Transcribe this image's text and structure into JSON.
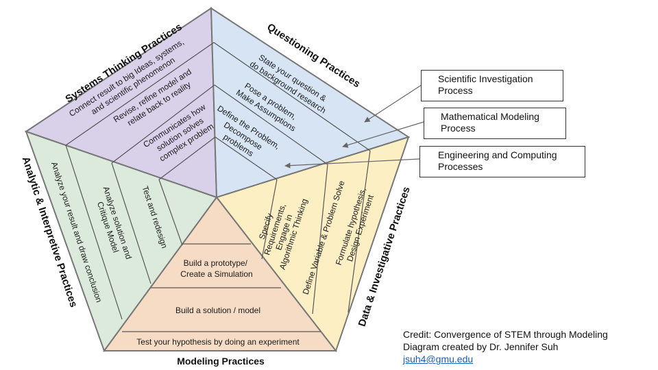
{
  "sections": {
    "systems": {
      "title": "Systems Thinking Practices",
      "items": [
        [
          "Connect result to big Ideas, systems,",
          "and scientific phenomenon"
        ],
        [
          "Revise, refine model and",
          "relate back to reality"
        ],
        [
          "Communicates how",
          "solution solves",
          "complex problem"
        ]
      ]
    },
    "questioning": {
      "title": "Questioning Practices",
      "items": [
        [
          "State your question &",
          "do background research"
        ],
        [
          "Pose a problem,",
          "Make Assumptions"
        ],
        [
          "Define the Problem,",
          "Decompose",
          "problems"
        ]
      ]
    },
    "data": {
      "title": "Data & Investigative  Practices",
      "items": [
        [
          "Specify",
          "Requirements,",
          "Engage in",
          "Algorithmic Thinking"
        ],
        [
          "Define Variable & Problem Solve"
        ],
        [
          "Formulate hypothesis,",
          "Design Experiment"
        ]
      ]
    },
    "analytic": {
      "title": "Analytic & Interpretive Practices",
      "items": [
        [
          "Analyze your result and draw conclusion"
        ],
        [
          "Analyze solution and",
          "Critique Model"
        ],
        [
          "Test and redesign"
        ]
      ]
    },
    "modeling": {
      "title": "Modeling Practices",
      "items": [
        [
          "Build a prototype/",
          "Create a Simulation"
        ],
        [
          "Build a solution / model"
        ],
        [
          "Test your hypothesis by doing an experiment"
        ]
      ]
    }
  },
  "callouts": [
    {
      "lines": [
        "Scientific Investigation",
        "Process"
      ]
    },
    {
      "lines": [
        "Mathematical Modeling",
        "Process"
      ]
    },
    {
      "lines": [
        "Engineering and Computing",
        "Processes"
      ]
    }
  ],
  "credit": {
    "line1": "Credit: Convergence of STEM through Modeling",
    "line2": "Diagram created by Dr. Jennifer Suh",
    "email": "jsuh4@gmu.edu"
  },
  "colors": {
    "systems": "#d9d0ea",
    "questioning": "#d6e4f4",
    "data": "#fcefc4",
    "analytic": "#dceadb",
    "modeling": "#f6dcc4",
    "outline": "#777777"
  }
}
